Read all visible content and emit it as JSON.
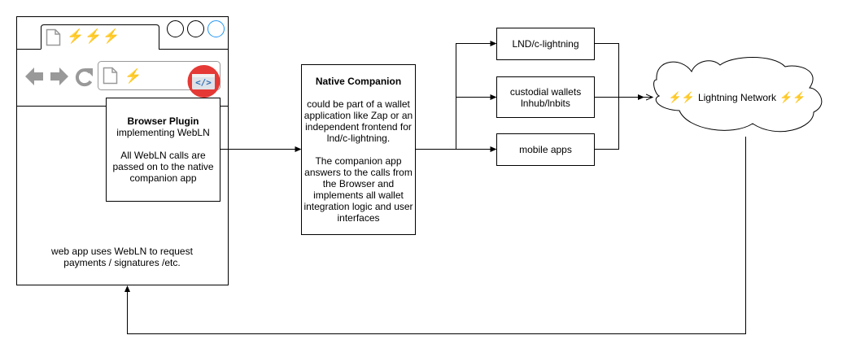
{
  "browser": {
    "tab_bolts": "⚡⚡⚡",
    "address_bolt": "⚡",
    "plugin_badge": "</>",
    "webapp_note": [
      "web app uses WebLN to request",
      "payments / signatures /etc."
    ]
  },
  "plugin": {
    "title": "Browser Plugin",
    "subtitle": "implementing WebLN",
    "body": [
      "All WebLN calls are",
      "passed on to the native",
      "companion app"
    ]
  },
  "companion": {
    "title": "Native Companion",
    "para1": [
      "could be part of a wallet",
      "application like Zap or an",
      "independent frontend for",
      "lnd/c-lightning."
    ],
    "para2": [
      "The companion app",
      "answers to the calls from",
      "the Browser and",
      "implements all wallet",
      "integration logic and user",
      "interfaces"
    ]
  },
  "wallets": {
    "lnd": "LND/c-lightning",
    "custodial": [
      "custodial wallets",
      "lnhub/lnbits"
    ],
    "mobile": "mobile apps"
  },
  "network": {
    "bolts_left": "⚡⚡",
    "label": "Lightning Network",
    "bolts_right": "⚡⚡"
  },
  "colors": {
    "bolt": "#f5c400",
    "badge": "#e53935",
    "window_circle_accent": "#2196f3",
    "nav_icon": "#999999"
  }
}
